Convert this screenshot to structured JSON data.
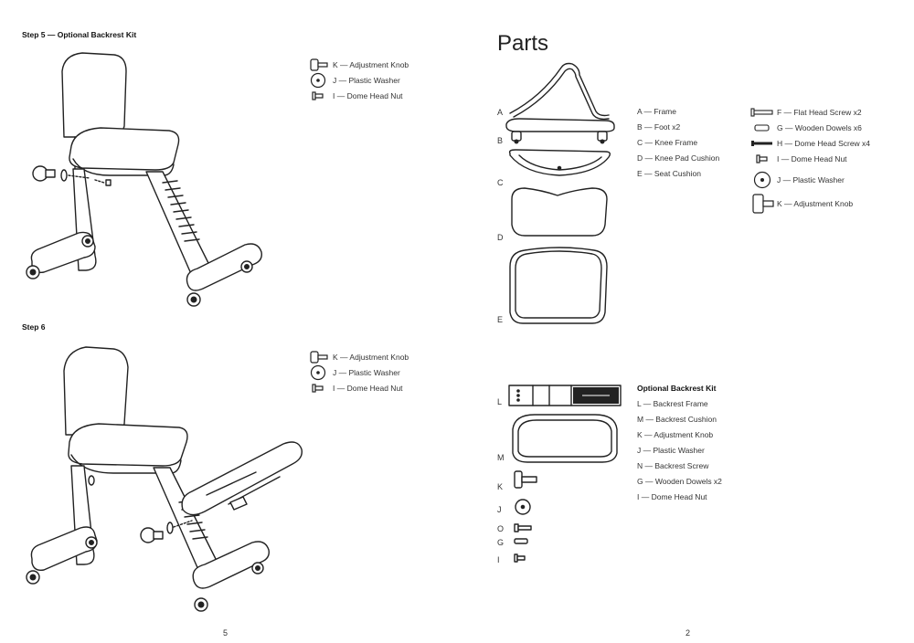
{
  "left_page": {
    "step5": {
      "title": "Step 5 — Optional Backrest Kit",
      "legend": [
        {
          "icon": "adjustment-knob-icon",
          "label": "K — Adjustment Knob"
        },
        {
          "icon": "plastic-washer-icon",
          "label": "J — Plastic Washer"
        },
        {
          "icon": "dome-head-nut-icon",
          "label": "I — Dome Head Nut"
        }
      ]
    },
    "step6": {
      "title": "Step 6",
      "legend": [
        {
          "icon": "adjustment-knob-icon",
          "label": "K — Adjustment Knob"
        },
        {
          "icon": "plastic-washer-icon",
          "label": "J — Plastic Washer"
        },
        {
          "icon": "dome-head-nut-icon",
          "label": "I — Dome Head Nut"
        }
      ]
    },
    "page_number": "5"
  },
  "right_page": {
    "title": "Parts",
    "diagram_letters": [
      "A",
      "B",
      "C",
      "D",
      "E"
    ],
    "parts_list": [
      "A — Frame",
      "B — Foot x2",
      "C — Knee Frame",
      "D — Knee Pad Cushion",
      "E — Seat Cushion"
    ],
    "hardware_list": [
      {
        "icon": "flat-head-screw-icon",
        "label": "F — Flat Head Screw x2"
      },
      {
        "icon": "wooden-dowel-icon",
        "label": "G — Wooden Dowels x6"
      },
      {
        "icon": "dome-head-screw-icon",
        "label": "H — Dome Head Screw x4"
      },
      {
        "icon": "dome-head-nut-icon",
        "label": "I — Dome Head Nut"
      },
      {
        "icon": "plastic-washer-icon",
        "label": "J — Plastic Washer"
      },
      {
        "icon": "adjustment-knob-icon",
        "label": "K — Adjustment Knob"
      }
    ],
    "kit_letters": [
      "L",
      "M",
      "K",
      "J",
      "O",
      "G",
      "I"
    ],
    "optional_kit": {
      "title": "Optional Backrest Kit",
      "items": [
        "L — Backrest Frame",
        "M — Backrest Cushion",
        "K — Adjustment Knob",
        "J — Plastic Washer",
        "N — Backrest Screw",
        "G — Wooden Dowels x2",
        "I — Dome Head Nut"
      ]
    },
    "page_number": "2"
  }
}
